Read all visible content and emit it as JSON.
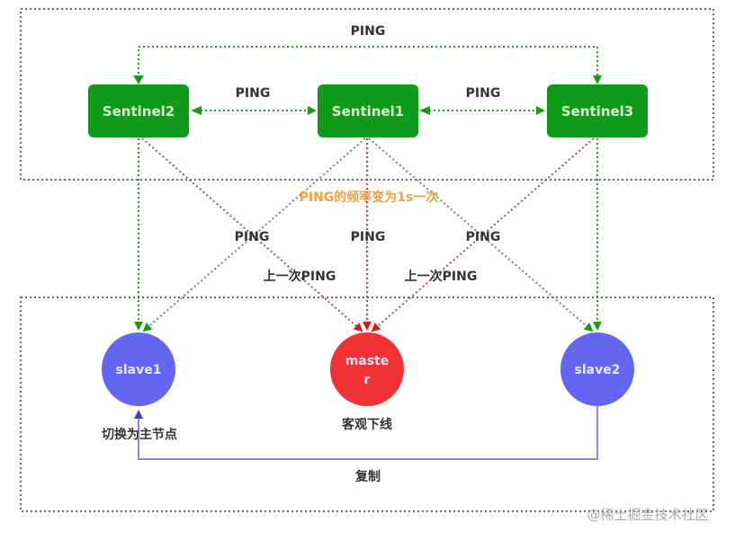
{
  "diagram": {
    "colors": {
      "sentinel": "#0f9a1a",
      "slave": "#6266f0",
      "master": "#f03234",
      "ping_green": "#2a9a2a",
      "ping_red": "#b04060",
      "highlight": "#f0a040",
      "replication": "#8080d0"
    },
    "sentinels": [
      {
        "id": "s2",
        "label": "Sentinel2"
      },
      {
        "id": "s1",
        "label": "Sentinel1"
      },
      {
        "id": "s3",
        "label": "Sentinel3"
      }
    ],
    "nodes": {
      "slave1": "slave1",
      "master_line1": "maste",
      "master_line2": "r",
      "slave2": "slave2"
    },
    "labels": {
      "top_ping": "PING",
      "ping_s2_s1": "PING",
      "ping_s1_s3": "PING",
      "frequency_note": "PING的频率变为1s一次",
      "ping_left": "PING",
      "ping_center": "PING",
      "ping_right": "PING",
      "last_ping_left": "上一次PING",
      "last_ping_right": "上一次PING",
      "switch_master": "切换为主节点",
      "objective_down": "客观下线",
      "replicate": "复制"
    },
    "watermark": "@稀土掘金技术社区"
  }
}
